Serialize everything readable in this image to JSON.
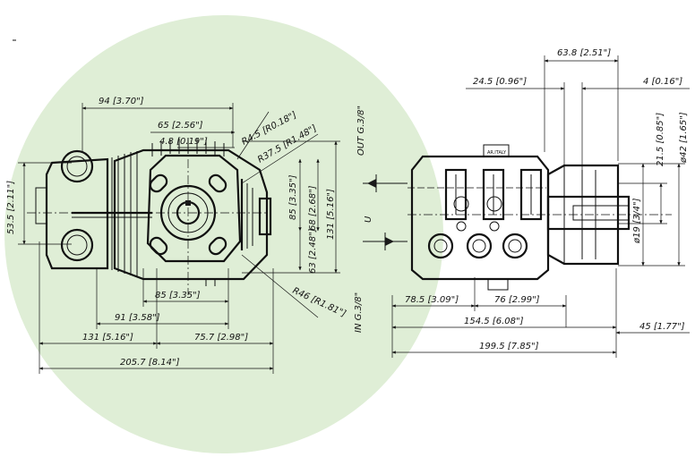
{
  "colors": {
    "background": "#ffffff",
    "circle": "#dfeed6",
    "ink": "#111111"
  },
  "front_view": {
    "dim_94": "94 [3.70\"]",
    "dim_65": "65 [2.56\"]",
    "dim_4_8": "4.8 [0.19\"]",
    "dim_r4_5": "R4.5 [R0.18\"]",
    "dim_r37_5": "R37.5 [R1.48\"]",
    "out_port": "OUT G.3/8\"",
    "dim_53_5": "53.5 [2.11\"]",
    "dim_131_v": "131 [5.16\"]",
    "dim_68": "68 [2.68\"]",
    "dim_85_v": "85 [3.35\"]",
    "dim_63": "63 [2.48\"]",
    "dim_85_h": "85 [3.35\"]",
    "dim_r46": "R46 [R1.81\"]",
    "in_port": "IN G.3/8\"",
    "dim_91": "91 [3.58\"]",
    "dim_131_h": "131 [5.16\"]",
    "dim_75_7": "75.7 [2.98\"]",
    "dim_205_7": "205.7 [8.14\"]"
  },
  "side_view": {
    "dim_63_8": "63.8 [2.51\"]",
    "dim_24_5": "24.5 [0.96\"]",
    "dim_4": "4 [0.16\"]",
    "dim_d19": "ø19 [3/4\"]",
    "dim_21_5": "21.5 [0.85\"]",
    "dim_d42": "ø42 [1.65\"]",
    "arrow_u": "U",
    "dim_78_5": "78.5 [3.09\"]",
    "dim_76": "76 [2.99\"]",
    "dim_154_5": "154.5 [6.08\"]",
    "dim_45": "45 [1.77\"]",
    "dim_199_5": "199.5 [7.85\"]"
  }
}
